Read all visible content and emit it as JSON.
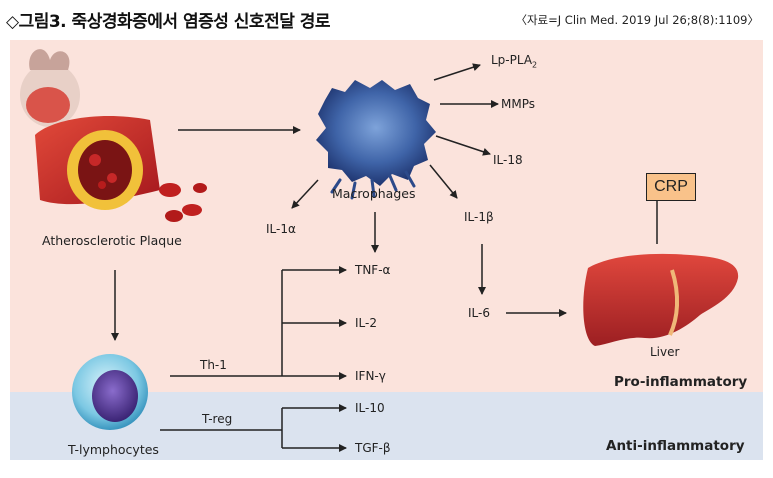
{
  "header": {
    "title": "◇그림3. 죽상경화증에서 염증성 신호전달 경로",
    "source": "〈자료=J Clin Med. 2019 Jul 26;8(8):1109〉"
  },
  "nodes": {
    "plaque": "Atherosclerotic Plaque",
    "macrophages": "Macrophages",
    "tlymph": "T-lymphocytes",
    "liver": "Liver",
    "crp": "CRP",
    "lppla2": "Lp-PLA",
    "lppla2_sub": "2",
    "mmps": "MMPs",
    "il18": "IL-18",
    "il1a": "IL-1α",
    "il1b": "IL-1β",
    "il6": "IL-6",
    "tnfa": "TNF-α",
    "il2": "IL-2",
    "ifng": "IFN-γ",
    "il10": "IL-10",
    "tgfb": "TGF-β",
    "th1": "Th-1",
    "treg": "T-reg"
  },
  "regions": {
    "pro": "Pro-inflammatory",
    "anti": "Anti-inflammatory"
  },
  "colors": {
    "pro_bg": "#fbe3dc",
    "anti_bg": "#dbe3ef",
    "crp_box": "#f9c28a"
  }
}
